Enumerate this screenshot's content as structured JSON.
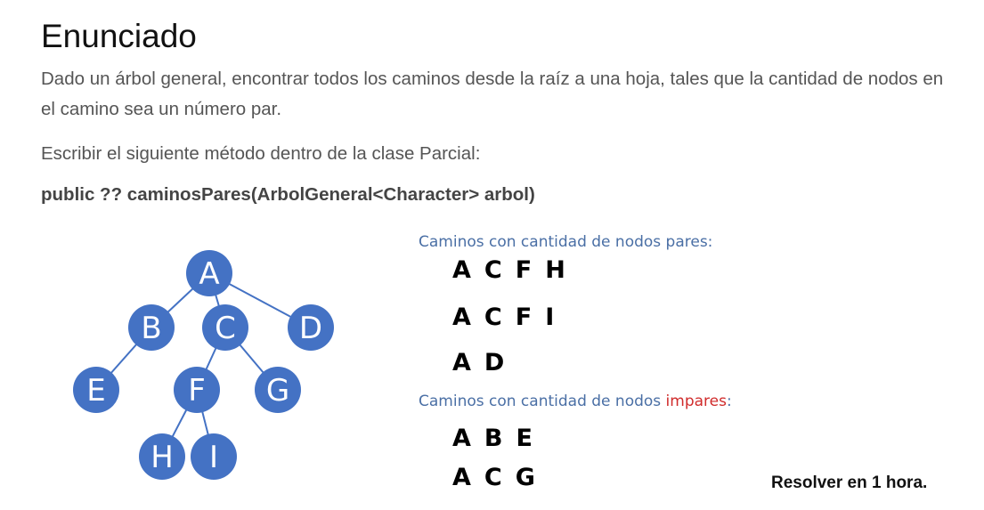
{
  "title": "Enunciado",
  "paragraph1": "Dado un árbol general, encontrar todos los caminos desde la raíz a una hoja, tales que la cantidad de nodos en el camino sea un número par.",
  "paragraph2": "Escribir el siguiente método dentro de la clase Parcial:",
  "signature": "public ?? caminosPares(ArbolGeneral<Character> arbol)",
  "tree": {
    "nodes": [
      "A",
      "B",
      "C",
      "D",
      "E",
      "F",
      "G",
      "H",
      "I"
    ],
    "node_color": "#4472c4"
  },
  "even_heading": "Caminos con cantidad de nodos pares:",
  "odd_heading_prefix": "Caminos con cantidad de nodos ",
  "odd_heading_highlight": "impares",
  "odd_heading_suffix": ":",
  "even_paths": [
    [
      "A",
      "C",
      "F",
      "H"
    ],
    [
      "A",
      "C",
      "F",
      "I"
    ],
    [
      "A",
      "D"
    ]
  ],
  "odd_paths": [
    [
      "A",
      "B",
      "E"
    ],
    [
      "A",
      "C",
      "G"
    ]
  ],
  "footer": "Resolver en 1 hora.",
  "colors": {
    "heading_blue": "#4a6fa5",
    "highlight_red": "#d02b2b"
  }
}
